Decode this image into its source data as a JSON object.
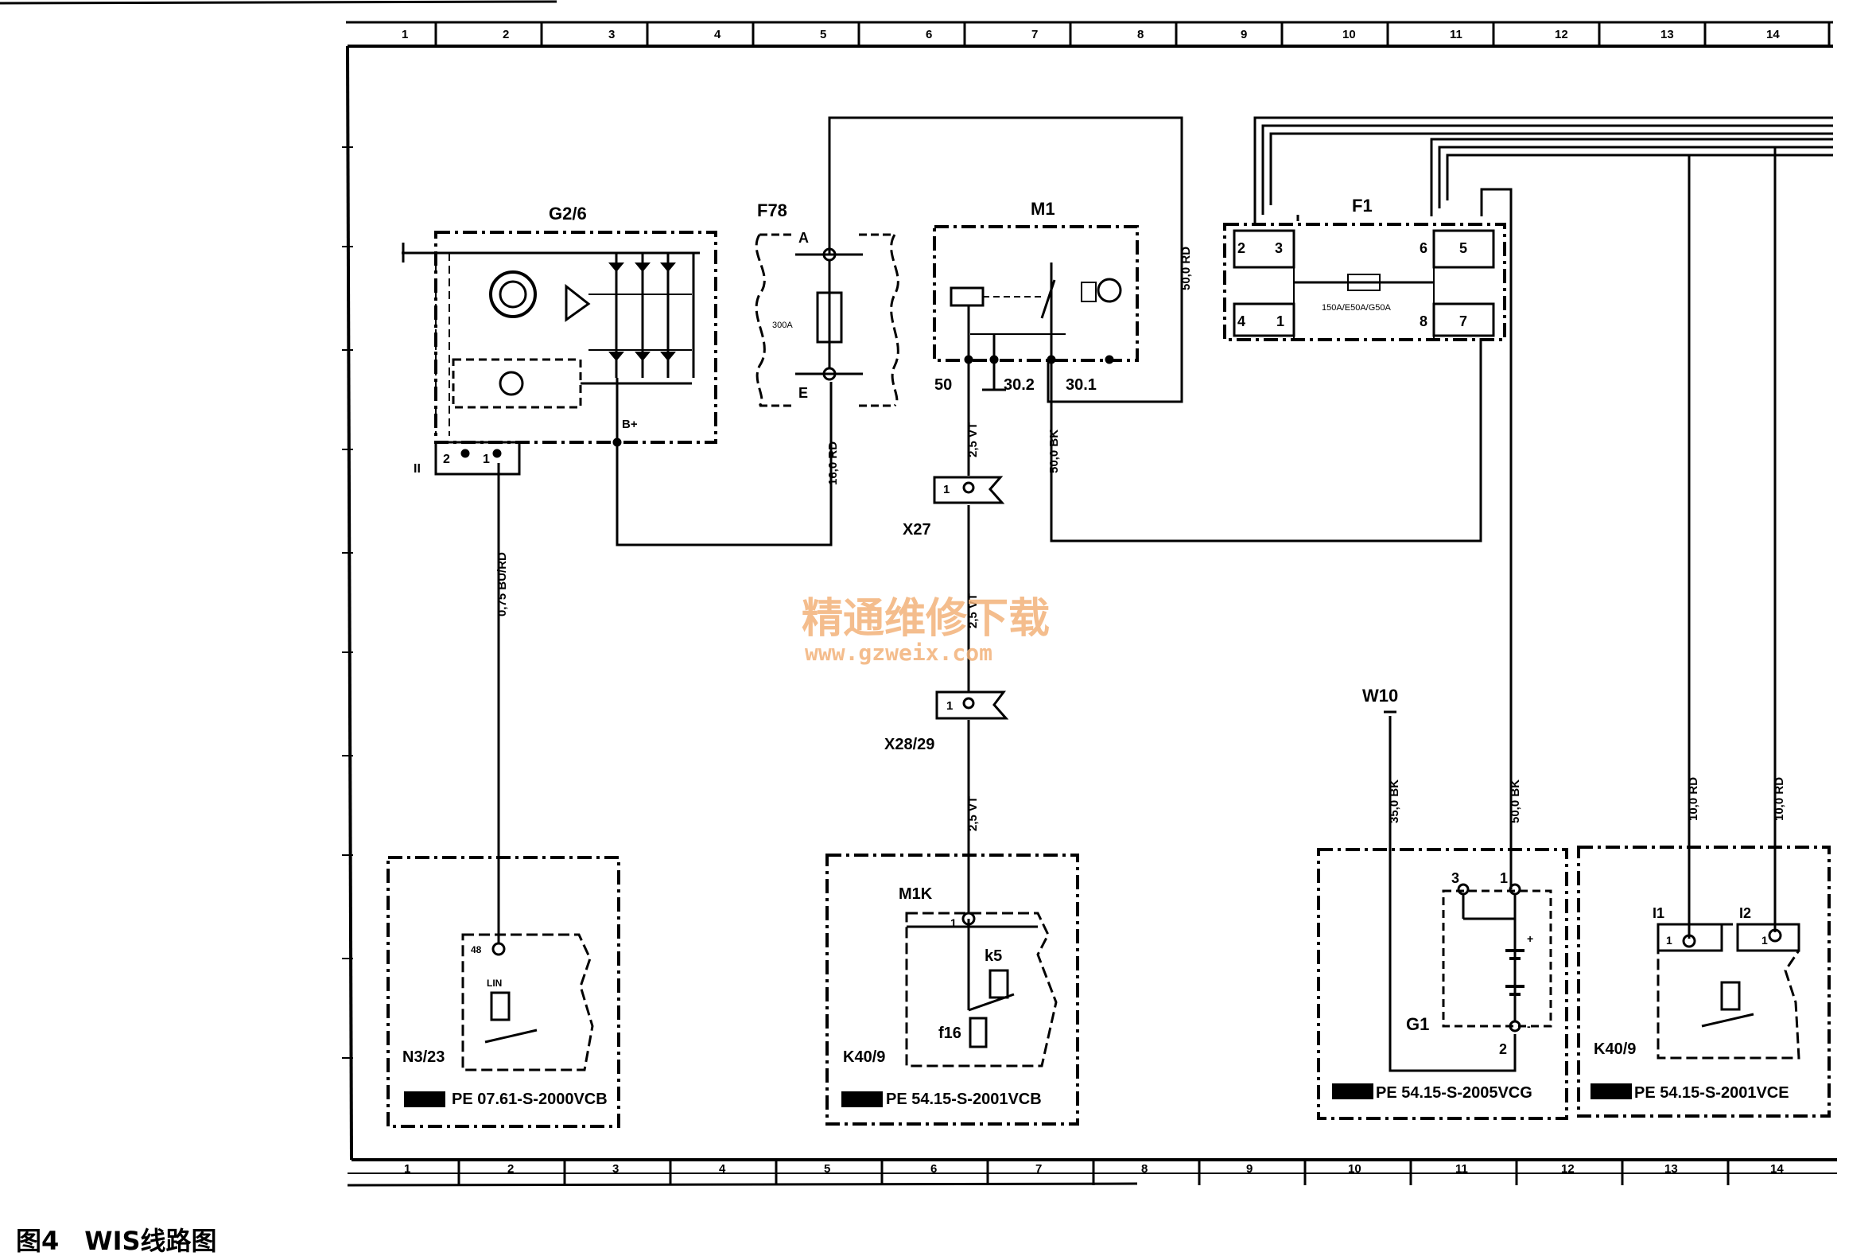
{
  "caption": "图4　WIS线路图",
  "watermark": {
    "line1": "精通维修下载",
    "line2": "www.gzweix.com"
  },
  "grid_numbers": [
    "1",
    "2",
    "3",
    "4",
    "5",
    "6",
    "7",
    "8",
    "9",
    "10",
    "11",
    "12",
    "13",
    "14"
  ],
  "bottom_grid_numbers": [
    "1",
    "2",
    "3",
    "4",
    "5",
    "6",
    "7",
    "8",
    "9",
    "10",
    "11",
    "12",
    "13",
    "14"
  ],
  "components": {
    "g26": {
      "name": "G2/6",
      "terminal": "B+",
      "pin1": "1",
      "pin2": "2",
      "plug": "II"
    },
    "f78": {
      "name": "F78",
      "rating": "300A",
      "term_a": "A",
      "term_e": "E"
    },
    "m1": {
      "name": "M1",
      "t50": "50",
      "t302": "30.2",
      "t301": "30.1"
    },
    "f1": {
      "name": "F1",
      "fuse_spec": "150A/E50A/G50A",
      "pins": [
        "2",
        "3",
        "6",
        "5",
        "4",
        "1",
        "8",
        "7"
      ]
    },
    "x27": {
      "name": "X27",
      "pin": "1"
    },
    "x2829": {
      "name": "X28/29",
      "pin": "1"
    },
    "w10": {
      "name": "W10"
    },
    "n323": {
      "name": "N3/23",
      "pin": "48",
      "wire": "LIN",
      "ref": "PE 07.61-S-2000VCB"
    },
    "k409a": {
      "name": "K40/9",
      "connector": "M1K",
      "pin": "1",
      "k5": "k5",
      "f16": "f16",
      "ref": "PE 54.15-S-2001VCB"
    },
    "g1": {
      "name": "G1",
      "pin1": "1",
      "pin2": "2",
      "pin3": "3",
      "plus": "+",
      "minus": "-",
      "ref": "PE 54.15-S-2005VCG"
    },
    "k409b": {
      "name": "K40/9",
      "i1": "I1",
      "i2": "I2",
      "pin1": "1",
      "pin2": "1",
      "ref": "PE 54.15-S-2001VCE"
    }
  },
  "wires": {
    "w_g26_b": "16,0 RD",
    "w_x27_top": "2,5 VT",
    "w_x27_mid": "2,5 VT",
    "w_x2829_bot": "2,5 VT",
    "w_m1_301": "50,0 BK",
    "w_m1_top": "50,0 RD",
    "w_lin": "0,75 BU/RD",
    "w_w10": "35,0 BK",
    "w_g1": "50,0 BK",
    "w_i1": "10,0 RD",
    "w_i2": "10,0 RD"
  }
}
